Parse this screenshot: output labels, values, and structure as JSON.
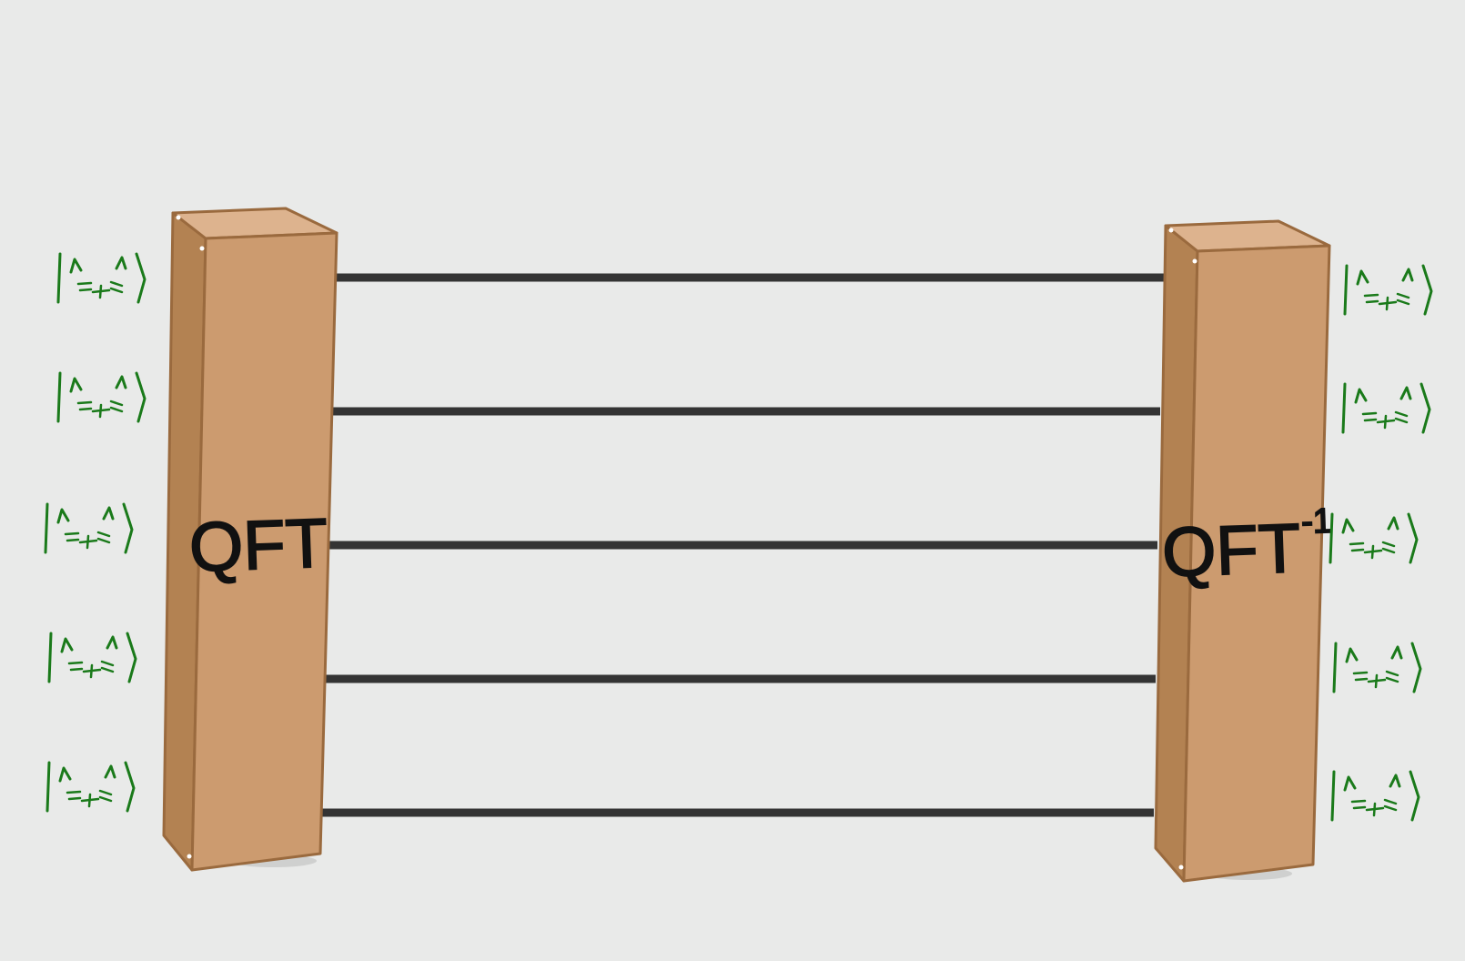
{
  "colors": {
    "background": "#e9eae9",
    "wire": "#343434",
    "wood_front": "#cc9b6f",
    "wood_side": "#b38252",
    "wood_top": "#ddb38e",
    "wood_edge": "#9a6a3e",
    "ink": "#111111",
    "cat_green": "#1a7a1a"
  },
  "gates": [
    {
      "id": "qft",
      "label": "QFT",
      "superscript": ""
    },
    {
      "id": "qft-inverse",
      "label": "QFT",
      "superscript": "-1"
    }
  ],
  "wires": {
    "count": 5
  },
  "cat_states": {
    "input_count": 5,
    "output_count": 5,
    "icon": "cat-face-ket-icon"
  }
}
